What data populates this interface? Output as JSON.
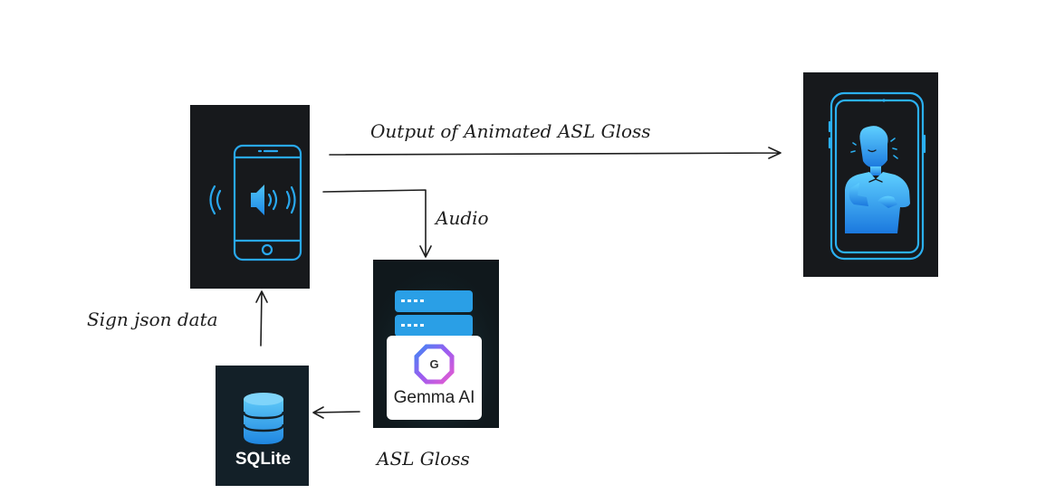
{
  "labels": {
    "output": "Output of Animated ASL Gloss",
    "audio": "Audio",
    "sign_json": "Sign json data",
    "asl_gloss": "ASL Gloss"
  },
  "nodes": {
    "phone": {
      "icon": "phone-speaker-icon"
    },
    "gemma": {
      "icon": "server-stack-icon",
      "logo_letter": "G",
      "name": "Gemma AI"
    },
    "sqlite": {
      "icon": "database-icon",
      "name": "SQLite"
    },
    "avatar_phone": {
      "icon": "signing-person-icon"
    }
  },
  "colors": {
    "tile_bg": "#17191c",
    "accent": "#29a8ef",
    "text": "#1e1e1e"
  }
}
